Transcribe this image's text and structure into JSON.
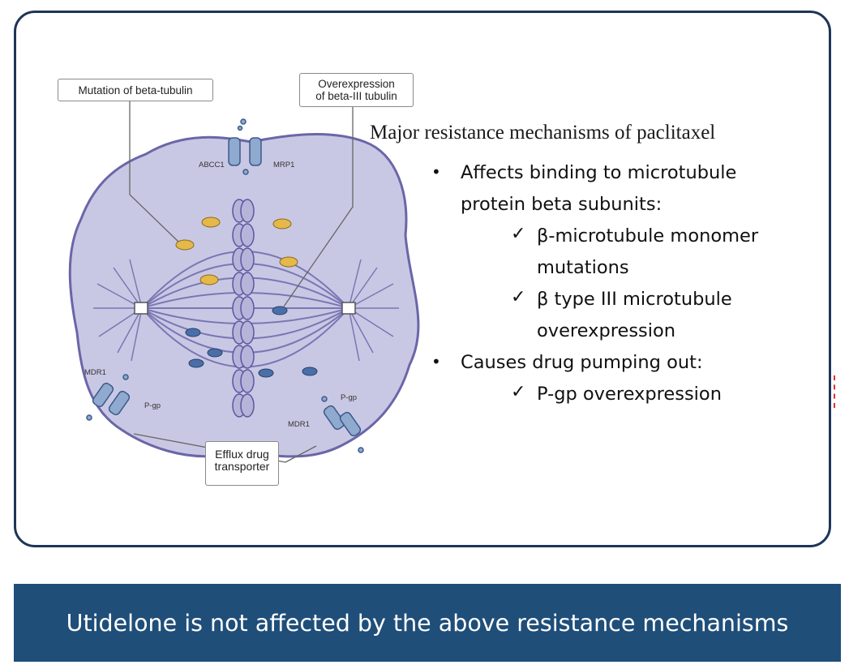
{
  "diagram": {
    "callouts": {
      "mutation": "Mutation of beta-tubulin",
      "overexpression_line1": "Overexpression",
      "overexpression_line2": "of beta-III tubulin",
      "efflux_line1": "Efflux drug",
      "efflux_line2": "transporter"
    },
    "protein_labels": {
      "abcc1": "ABCC1",
      "mrp1": "MRP1",
      "mdr1_left": "MDR1",
      "pgp_left": "P-gp",
      "pgp_right": "P-gp",
      "mdr1_right": "MDR1"
    },
    "colors": {
      "cell_fill": "#c9c8e4",
      "cell_edge": "#6a66a8",
      "spindle": "#7a76b4",
      "protein": "#8fa9cf",
      "mutation_marker": "#e5b84a",
      "beta3_marker": "#4a6fa8"
    }
  },
  "text": {
    "heading": "Major resistance mechanisms of paclitaxel",
    "bullet1_line1": "Affects binding to microtubule",
    "bullet1_line2": "protein beta subunits:",
    "check1_line1": "β-microtubule monomer",
    "check1_line2": "mutations",
    "check2_line1": "β type III microtubule",
    "check2_line2": "overexpression",
    "bullet2": "Causes drug pumping out:",
    "check3": "P-gp overexpression",
    "bullet_glyph": "•",
    "check_glyph": "✓"
  },
  "banner": {
    "text": "Utidelone is not affected by the above resistance mechanisms",
    "color": "#1f4e79"
  },
  "frame": {
    "border_color": "#1e3557"
  }
}
